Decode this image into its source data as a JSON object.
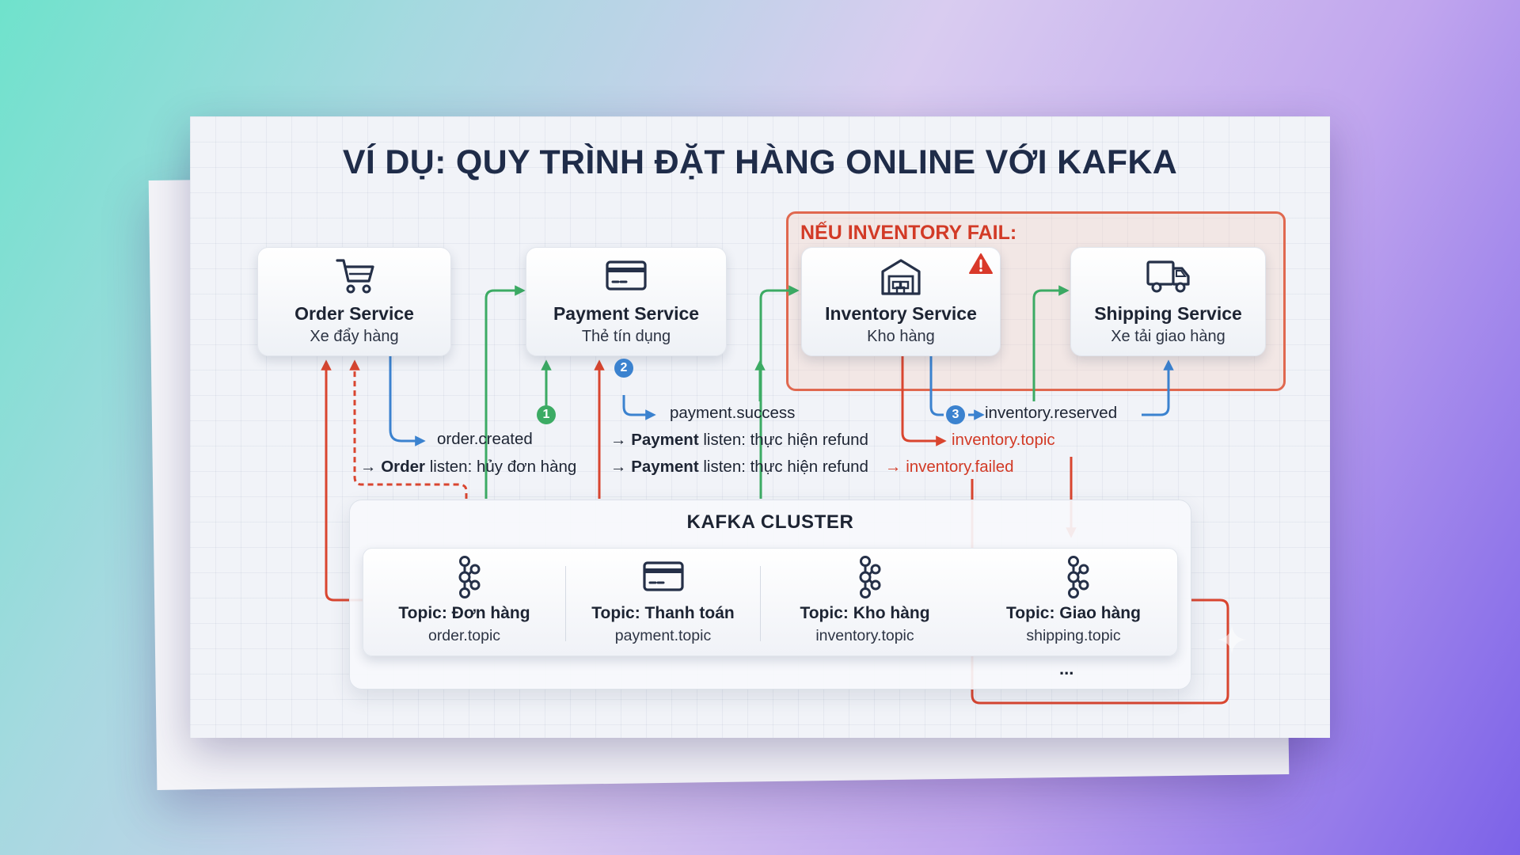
{
  "title": "VÍ DỤ: QUY TRÌNH ĐẶT HÀNG ONLINE VỚI KAFKA",
  "fail_box": {
    "title": "NẾU INVENTORY FAIL:"
  },
  "services": [
    {
      "name": "Order Service",
      "sub": "Xe đẩy hàng",
      "icon": "shopping-cart-icon"
    },
    {
      "name": "Payment Service",
      "sub": "Thẻ tín dụng",
      "icon": "credit-card-icon"
    },
    {
      "name": "Inventory Service",
      "sub": "Kho hàng",
      "icon": "warehouse-icon"
    },
    {
      "name": "Shipping Service",
      "sub": "Xe tải giao hàng",
      "icon": "delivery-truck-icon"
    }
  ],
  "warning_icon": "warning-triangle-icon",
  "events": {
    "order_created": "order.created",
    "payment_success": "payment.success",
    "inventory_reserved": "inventory.reserved",
    "inventory_topic": "inventory.topic",
    "inventory_failed": "inventory.failed"
  },
  "listeners": {
    "order_cancel": {
      "arrow": "→",
      "actor": "Order",
      "text": " listen: hủy đơn hàng"
    },
    "payment_refund_1": {
      "arrow": "→",
      "actor": "Payment",
      "text": " listen: thực hiện refund"
    },
    "payment_refund_2": {
      "arrow": "→",
      "actor": "Payment",
      "text": " listen: thực hiện refund"
    },
    "failed_arrow": "→"
  },
  "badges": [
    "1",
    "2",
    "3"
  ],
  "cluster": {
    "title": "KAFKA CLUSTER",
    "topics": [
      {
        "name": "Topic: Đơn hàng",
        "sub": "order.topic",
        "icon": "kafka-icon"
      },
      {
        "name": "Topic: Thanh toán",
        "sub": "payment.topic",
        "icon": "credit-card-icon"
      },
      {
        "name": "Topic: Kho hàng",
        "sub": "inventory.topic",
        "icon": "kafka-icon"
      },
      {
        "name": "Topic: Giao hàng",
        "sub": "shipping.topic",
        "icon": "kafka-icon"
      }
    ],
    "more": "..."
  },
  "colors": {
    "green": "#3cab64",
    "blue": "#3b82cf",
    "red": "#d9452f",
    "title": "#1f2c49"
  }
}
